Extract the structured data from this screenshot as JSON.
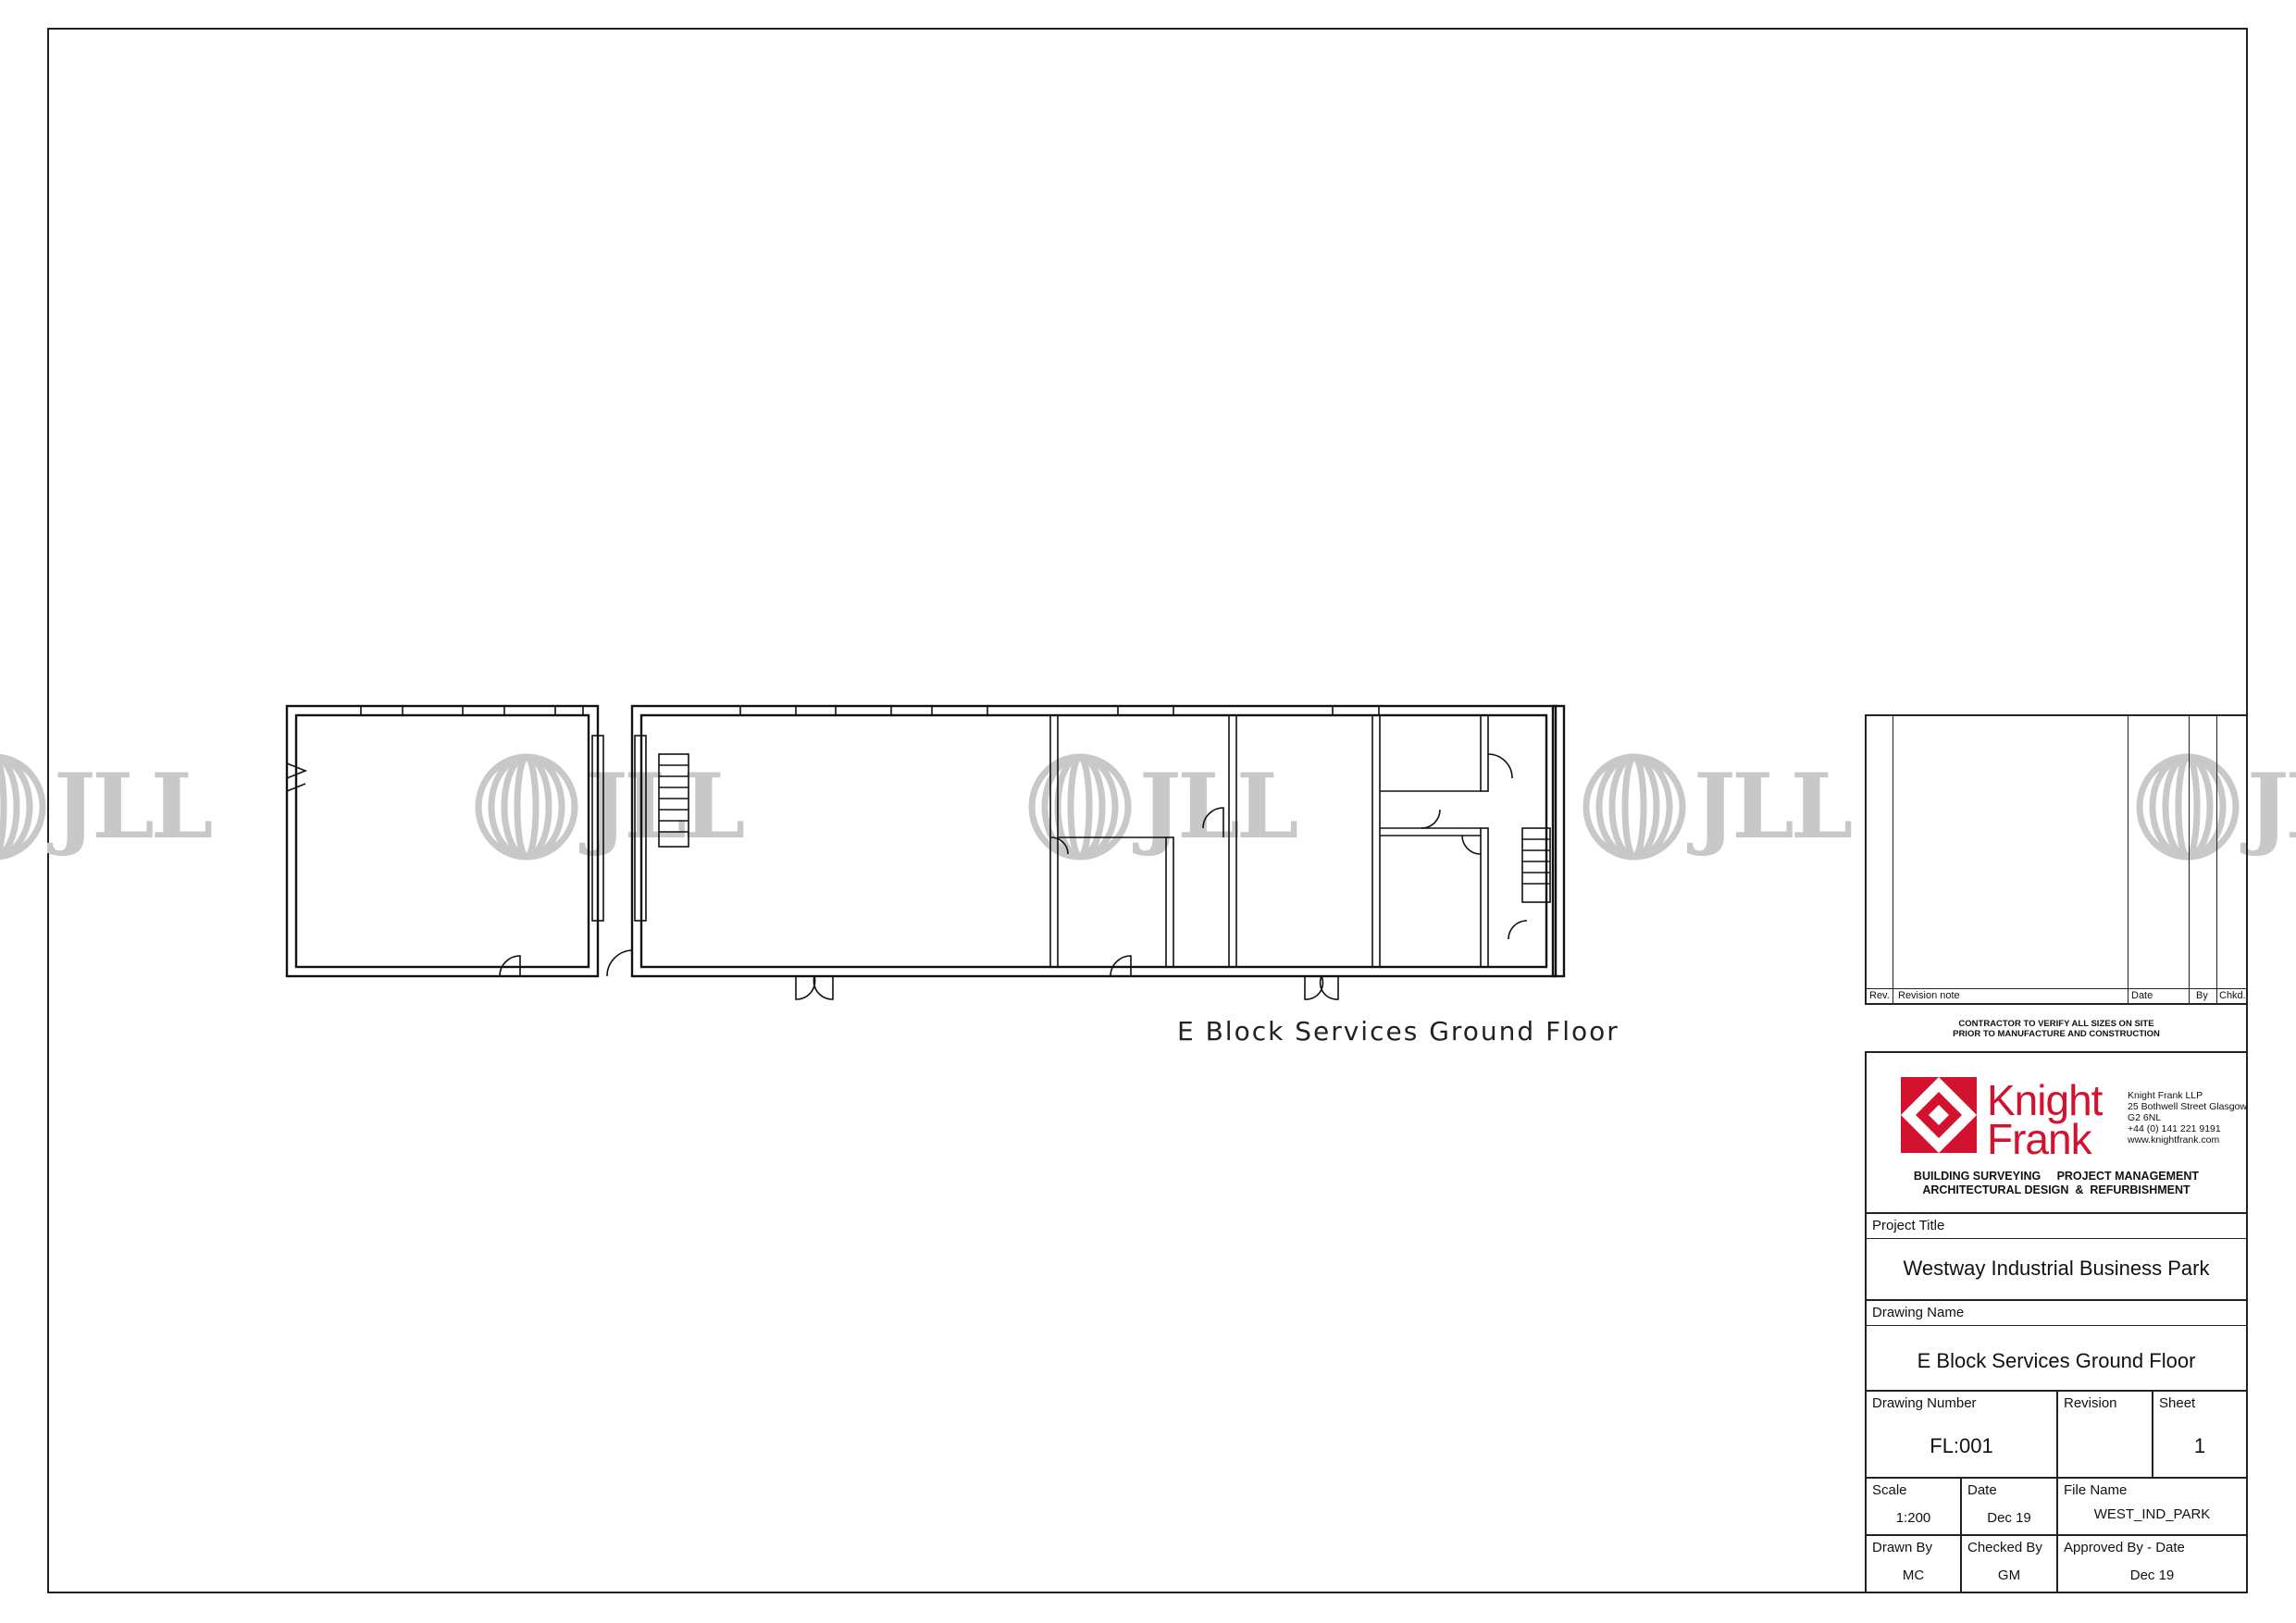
{
  "watermark": {
    "text": "JLL"
  },
  "drawing": {
    "plan_label": "E Block Services Ground Floor"
  },
  "revision_table": {
    "headers": {
      "rev": "Rev.",
      "note": "Revision note",
      "date": "Date",
      "by": "By",
      "chkd": "Chkd."
    },
    "contractor_note": "CONTRACTOR TO VERIFY ALL SIZES ON SITE\nPRIOR TO MANUFACTURE AND CONSTRUCTION"
  },
  "company": {
    "name_line1": "Knight",
    "name_line2": "Frank",
    "brand_color": "#d2122e",
    "address": "Knight Frank LLP\n25 Bothwell Street Glasgow\nG2 6NL\n+44 (0) 141 221 9191\nwww.knightfrank.com",
    "services": "BUILDING SURVEYING     PROJECT MANAGEMENT\nARCHITECTURAL DESIGN  &  REFURBISHMENT"
  },
  "title_block": {
    "project_title_label": "Project Title",
    "project_title": "Westway Industrial Business Park",
    "drawing_name_label": "Drawing Name",
    "drawing_name": "E Block Services Ground Floor",
    "drawing_number_label": "Drawing Number",
    "drawing_number": "FL:001",
    "revision_label": "Revision",
    "revision": "",
    "sheet_label": "Sheet",
    "sheet": "1",
    "scale_label": "Scale",
    "scale": "1:200",
    "date_label": "Date",
    "date": "Dec 19",
    "file_name_label": "File Name",
    "file_name": "WEST_IND_PARK",
    "drawn_by_label": "Drawn By",
    "drawn_by": "MC",
    "checked_by_label": "Checked By",
    "checked_by": "GM",
    "approved_by_label": "Approved By - Date",
    "approved_by": "Dec 19"
  }
}
